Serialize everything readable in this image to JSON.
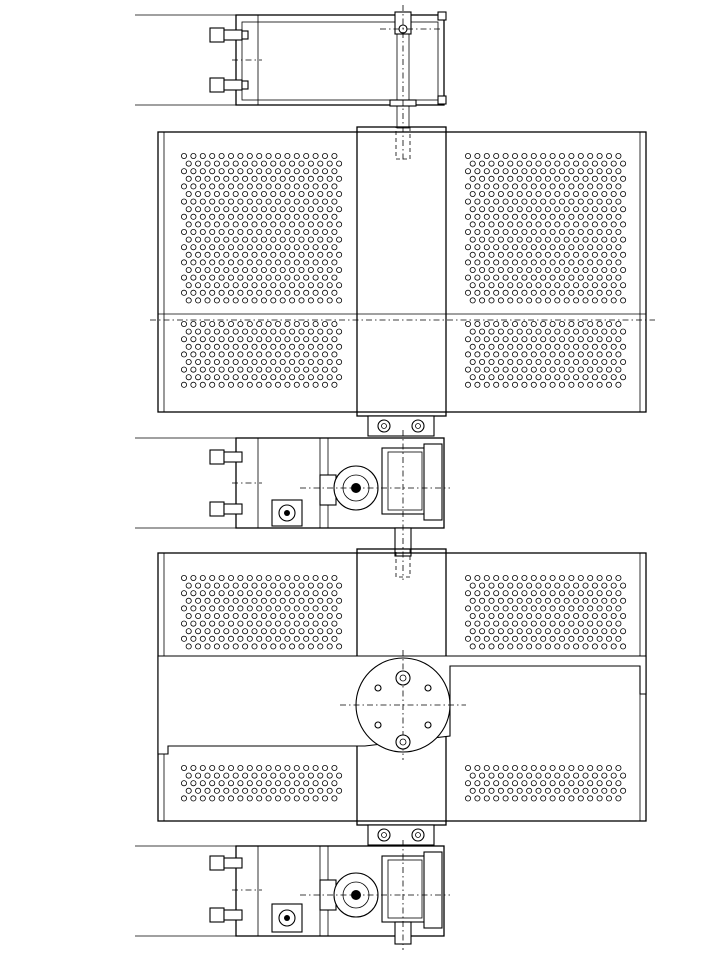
{
  "drawing": {
    "kind": "mechanical-drawing",
    "view": "plan",
    "line_color": "#000000",
    "background": "#ffffff",
    "perforation": {
      "left_panel_cols": 17,
      "right_panel_cols": 16
    }
  }
}
